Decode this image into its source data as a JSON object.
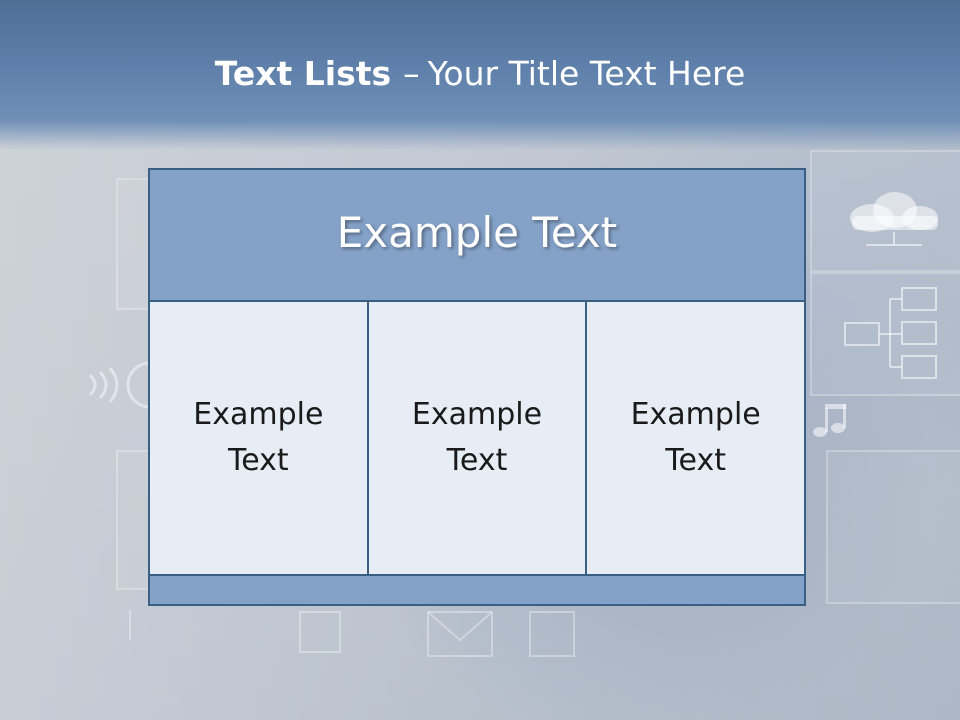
{
  "slide": {
    "title_bold": "Text Lists",
    "title_dash": "–",
    "title_rest": "Your Title Text Here"
  },
  "table": {
    "header": "Example Text",
    "cells": [
      {
        "label": "Example Text"
      },
      {
        "label": "Example Text"
      },
      {
        "label": "Example Text"
      }
    ]
  },
  "colors": {
    "title_bar": "#5f80aa",
    "header_fill": "#84a1c7",
    "cell_fill": "#e7edf5",
    "border": "#3a5f85"
  },
  "background_icons": [
    "cloud-icon",
    "network-icon",
    "music-note-icon",
    "speaker-icon",
    "envelope-icon"
  ]
}
